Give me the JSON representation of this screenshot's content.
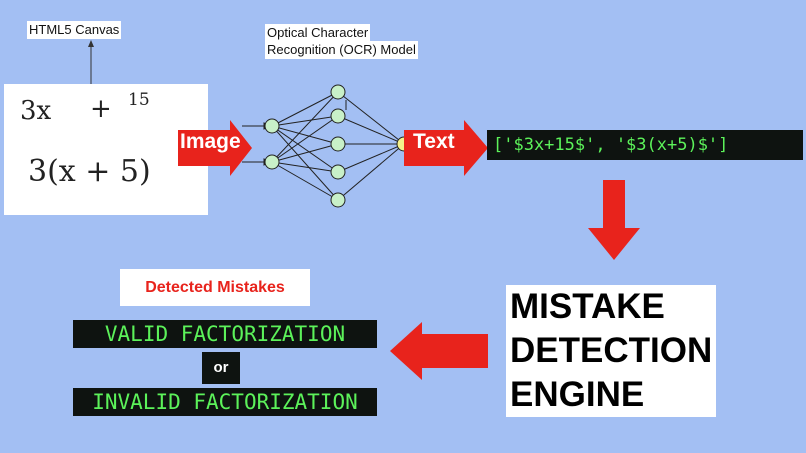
{
  "canvas_label": "HTML5 Canvas",
  "ocr_label_line1": "Optical Character",
  "ocr_label_line2": "Recognition (OCR) Model",
  "handwriting": {
    "line1_left": "3x",
    "line1_plus": "+",
    "line1_right": "15",
    "line2": "3(x + 5)"
  },
  "arrow_image_label": "Image",
  "arrow_text_label": "Text",
  "ocr_output": "['$3x+15$', '$3(x+5)$']",
  "engine": {
    "line1": "MISTAKE",
    "line2": "DETECTION",
    "line3": "ENGINE"
  },
  "detected_mistakes_title": "Detected Mistakes",
  "valid_result": "VALID FACTORIZATION",
  "or_label": "or",
  "invalid_result": "INVALID FACTORIZATION",
  "colors": {
    "background": "#a3bff3",
    "arrow": "#e8231c",
    "terminal_bg": "#0e1310",
    "terminal_text": "#5cf25a",
    "node_fill": "#c8f0c8"
  }
}
